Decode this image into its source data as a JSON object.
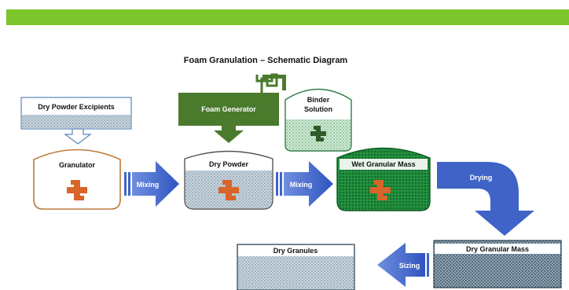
{
  "header": {
    "bar_color": "#7ec42c"
  },
  "diagram": {
    "title": "Foam Granulation – Schematic Diagram",
    "dry_powder_excipients": "Dry Powder Excipients",
    "foam_generator": "Foam Generator",
    "binder_solution_line1": "Binder",
    "binder_solution_line2": "Solution",
    "granulator": "Granulator",
    "dry_powder": "Dry Powder",
    "wet_granular_mass": "Wet Granular Mass",
    "dry_granular_mass": "Dry Granular Mass",
    "dry_granules": "Dry Granules",
    "arrow_mixing_1": "Mixing",
    "arrow_mixing_2": "Mixing",
    "arrow_drying": "Drying",
    "arrow_sizing": "Sizing"
  },
  "colors": {
    "arrow_blue": "#3f63c7",
    "foam_green": "#4a7a2c",
    "wet_green": "#1e8a3a",
    "granulator_outline": "#c07a3a",
    "impeller": "#d8652a"
  }
}
